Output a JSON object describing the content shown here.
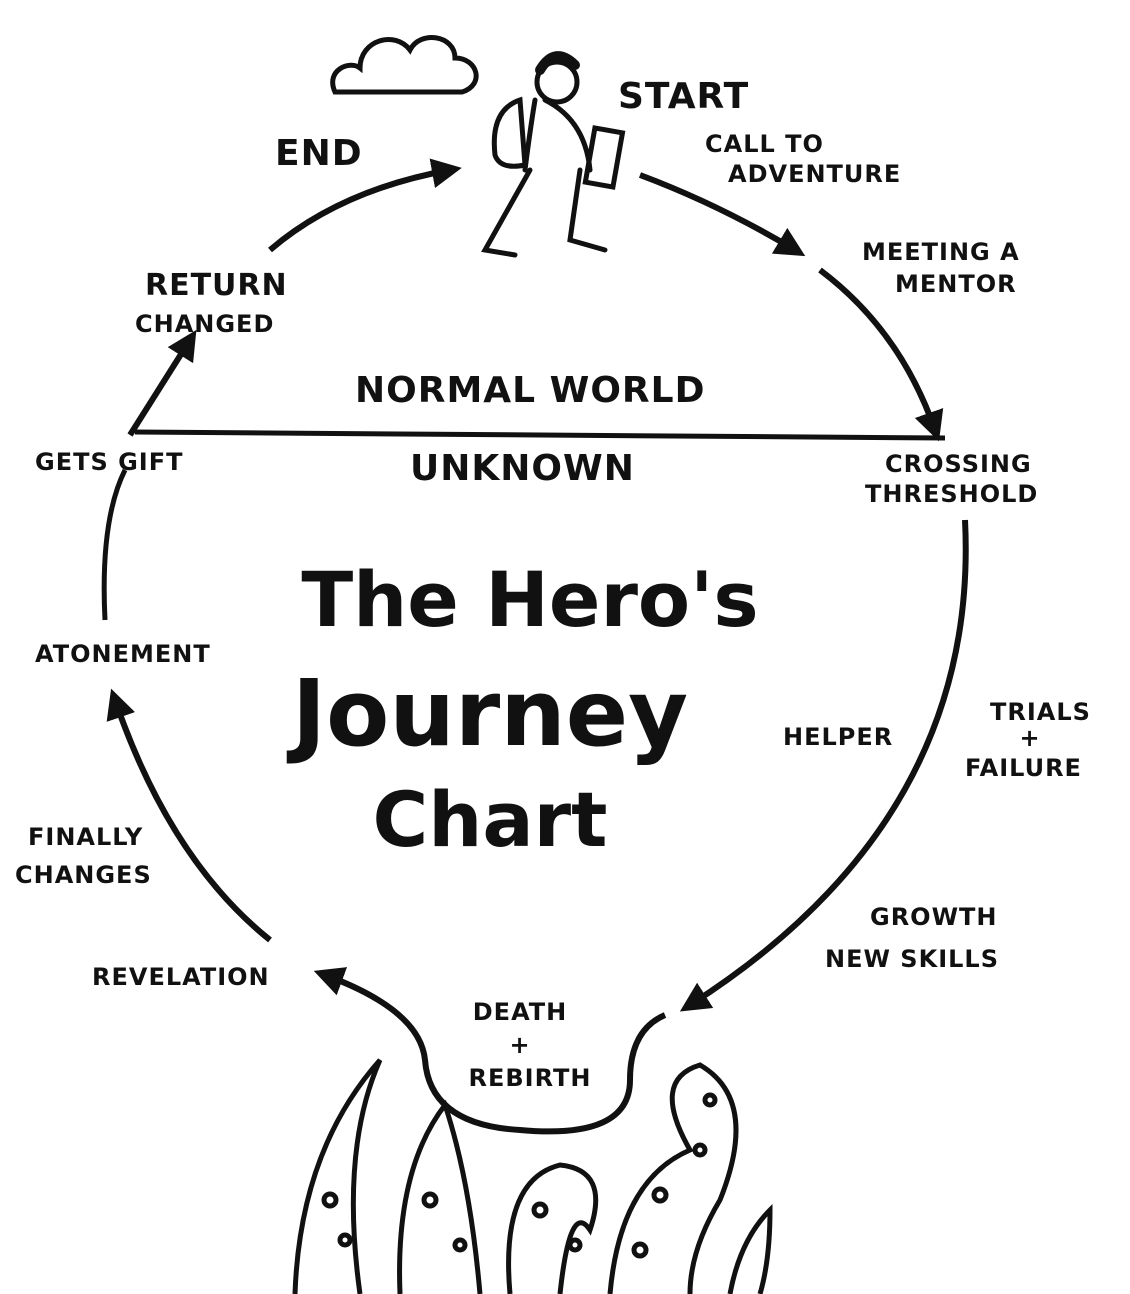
{
  "title": {
    "line1": "The Hero's",
    "line2": "Journey",
    "line3": "Chart"
  },
  "regions": {
    "top": "Normal World",
    "bottom": "Unknown"
  },
  "stages": {
    "start": "Start",
    "call": [
      "Call to",
      "Adventure"
    ],
    "mentor": [
      "Meeting a",
      "Mentor"
    ],
    "threshold": [
      "Crossing",
      "Threshold"
    ],
    "trials": [
      "Trials",
      "+",
      "Failure"
    ],
    "helper": "Helper",
    "growth": [
      "Growth",
      "New Skills"
    ],
    "death": [
      "Death",
      "+",
      "Rebirth"
    ],
    "revelation": "Revelation",
    "changes": [
      "Finally",
      "Changes"
    ],
    "atonement": "Atonement",
    "gift": "Gets Gift",
    "return": [
      "Return",
      "Changed"
    ],
    "end": "End"
  },
  "colors": {
    "ink": "#111111",
    "paper": "#ffffff"
  }
}
